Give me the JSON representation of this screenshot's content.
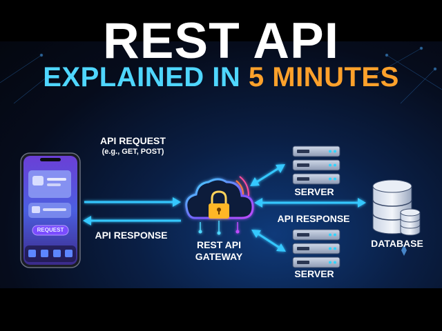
{
  "title": {
    "main": "REST API",
    "sub_prefix": "EXPLAINED IN ",
    "sub_highlight": "5 MINUTES"
  },
  "labels": {
    "api_request": "API REQUEST",
    "api_request_examples": "(e.g., GET, POST)",
    "api_response_left": "API RESPONSE",
    "gateway": "REST API GATEWAY",
    "server_top": "SERVER",
    "api_response_right": "API RESPONSE",
    "database": "DATABASE",
    "server_bottom": "SERVER"
  },
  "phone": {
    "button_label": "REQUEST"
  },
  "icons": [
    "smartphone-icon",
    "cloud-lock-icon",
    "server-rack-icon",
    "database-icon",
    "arrow-icon"
  ],
  "colors": {
    "title_white": "#ffffff",
    "subtitle_cyan": "#4fd6ff",
    "highlight_orange": "#ffa12b",
    "arrow_cyan": "#35c8ff",
    "background": "#000000",
    "scene_navy": "#0a1f45"
  }
}
